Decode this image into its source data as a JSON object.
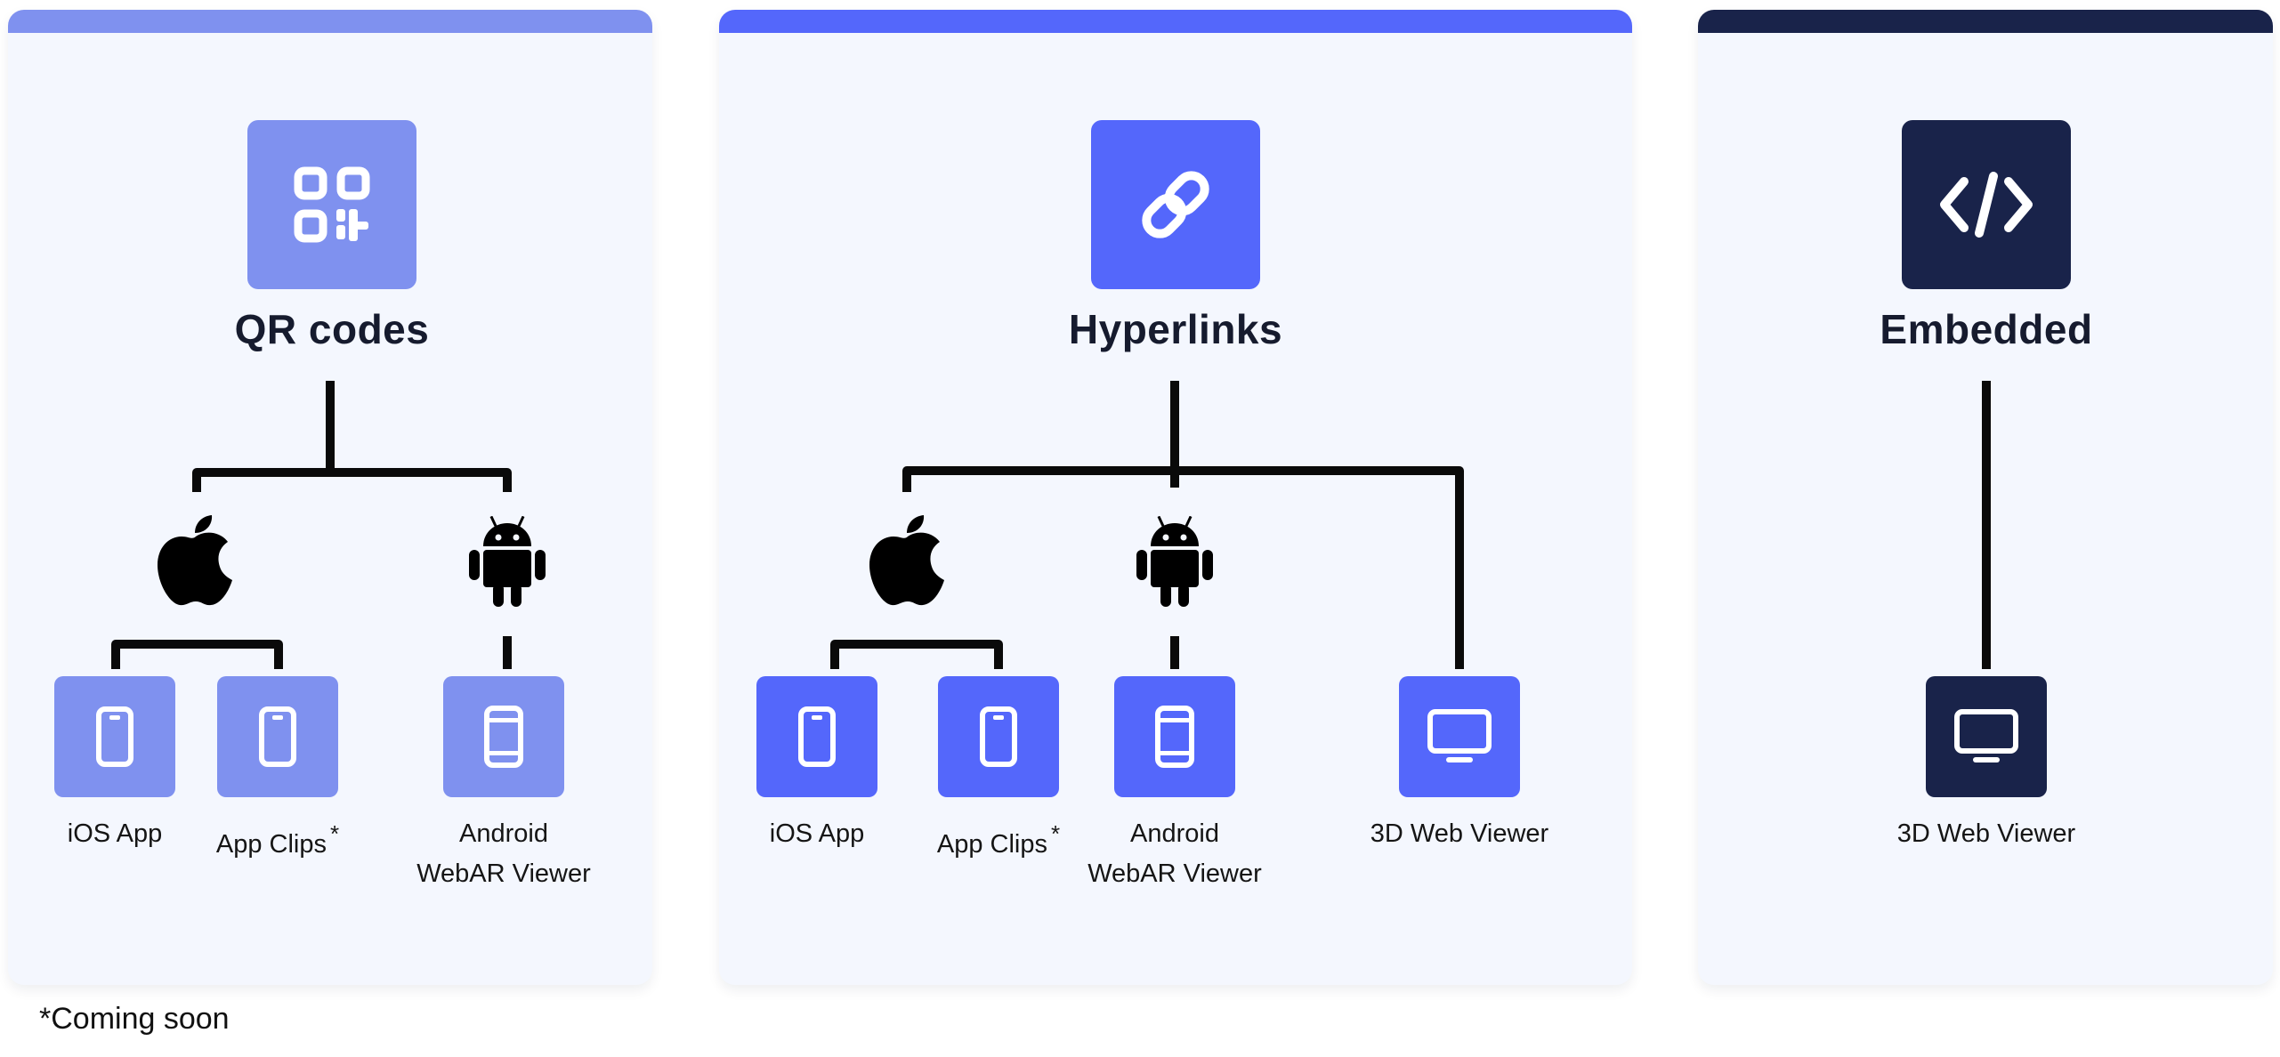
{
  "colors": {
    "qr": "#7f91ef",
    "hyperlinks": "#5467fb",
    "embedded": "#19234a",
    "panel_bg": "#f4f7fe",
    "line": "#0a0a0a"
  },
  "qr_codes": {
    "title": "QR codes",
    "icon": "qr-code-icon",
    "outputs": [
      {
        "label": "iOS App",
        "icon": "phone-icon",
        "platform": "apple"
      },
      {
        "label": "App Clips",
        "asterisk": "*",
        "icon": "phone-icon",
        "platform": "apple"
      },
      {
        "label_line1": "Android",
        "label_line2": "WebAR Viewer",
        "icon": "phone-icon",
        "platform": "android"
      }
    ]
  },
  "hyperlinks": {
    "title": "Hyperlinks",
    "icon": "link-icon",
    "outputs": [
      {
        "label": "iOS App",
        "icon": "phone-icon",
        "platform": "apple"
      },
      {
        "label": "App Clips",
        "asterisk": "*",
        "icon": "phone-icon",
        "platform": "apple"
      },
      {
        "label_line1": "Android",
        "label_line2": "WebAR Viewer",
        "icon": "phone-icon",
        "platform": "android"
      },
      {
        "label": "3D Web Viewer",
        "icon": "monitor-icon",
        "platform": "web"
      }
    ]
  },
  "embedded": {
    "title": "Embedded",
    "icon": "code-icon",
    "outputs": [
      {
        "label": "3D Web Viewer",
        "icon": "monitor-icon",
        "platform": "web"
      }
    ]
  },
  "footnote": "*Coming soon"
}
